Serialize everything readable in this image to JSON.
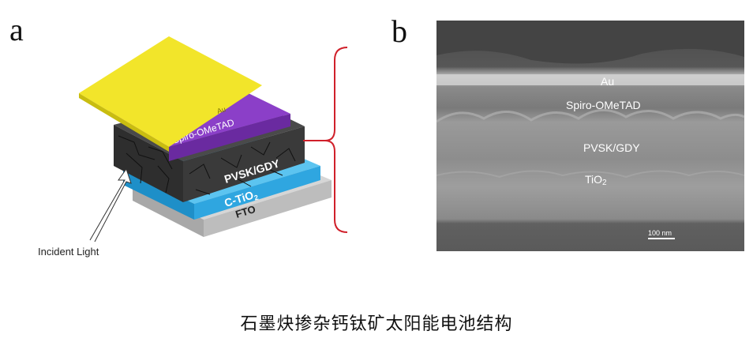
{
  "panel_a": {
    "label": "a",
    "layers": {
      "au": "Au",
      "spiro": "Spiro-OMeTAD",
      "pvsk": "PVSK/GDY",
      "tio2_prefix": "C-TiO",
      "tio2_sub": "2",
      "fto": "FTO"
    },
    "incident_light": "Incident Light",
    "colors": {
      "au": "#f2e52a",
      "spiro": "#7b2fb8",
      "pvsk": "#3a3a3a",
      "tio2": "#2fa6e0",
      "fto": "#b9b9b9",
      "bracket": "#d0202a"
    }
  },
  "panel_b": {
    "label": "b",
    "au": "Au",
    "spiro": "Spiro-OMeTAD",
    "pvsk": "PVSK/GDY",
    "tio2_prefix": "TiO",
    "tio2_sub": "2",
    "scale_bar": "100 nm"
  },
  "caption": "石墨炔掺杂钙钛矿太阳能电池结构"
}
